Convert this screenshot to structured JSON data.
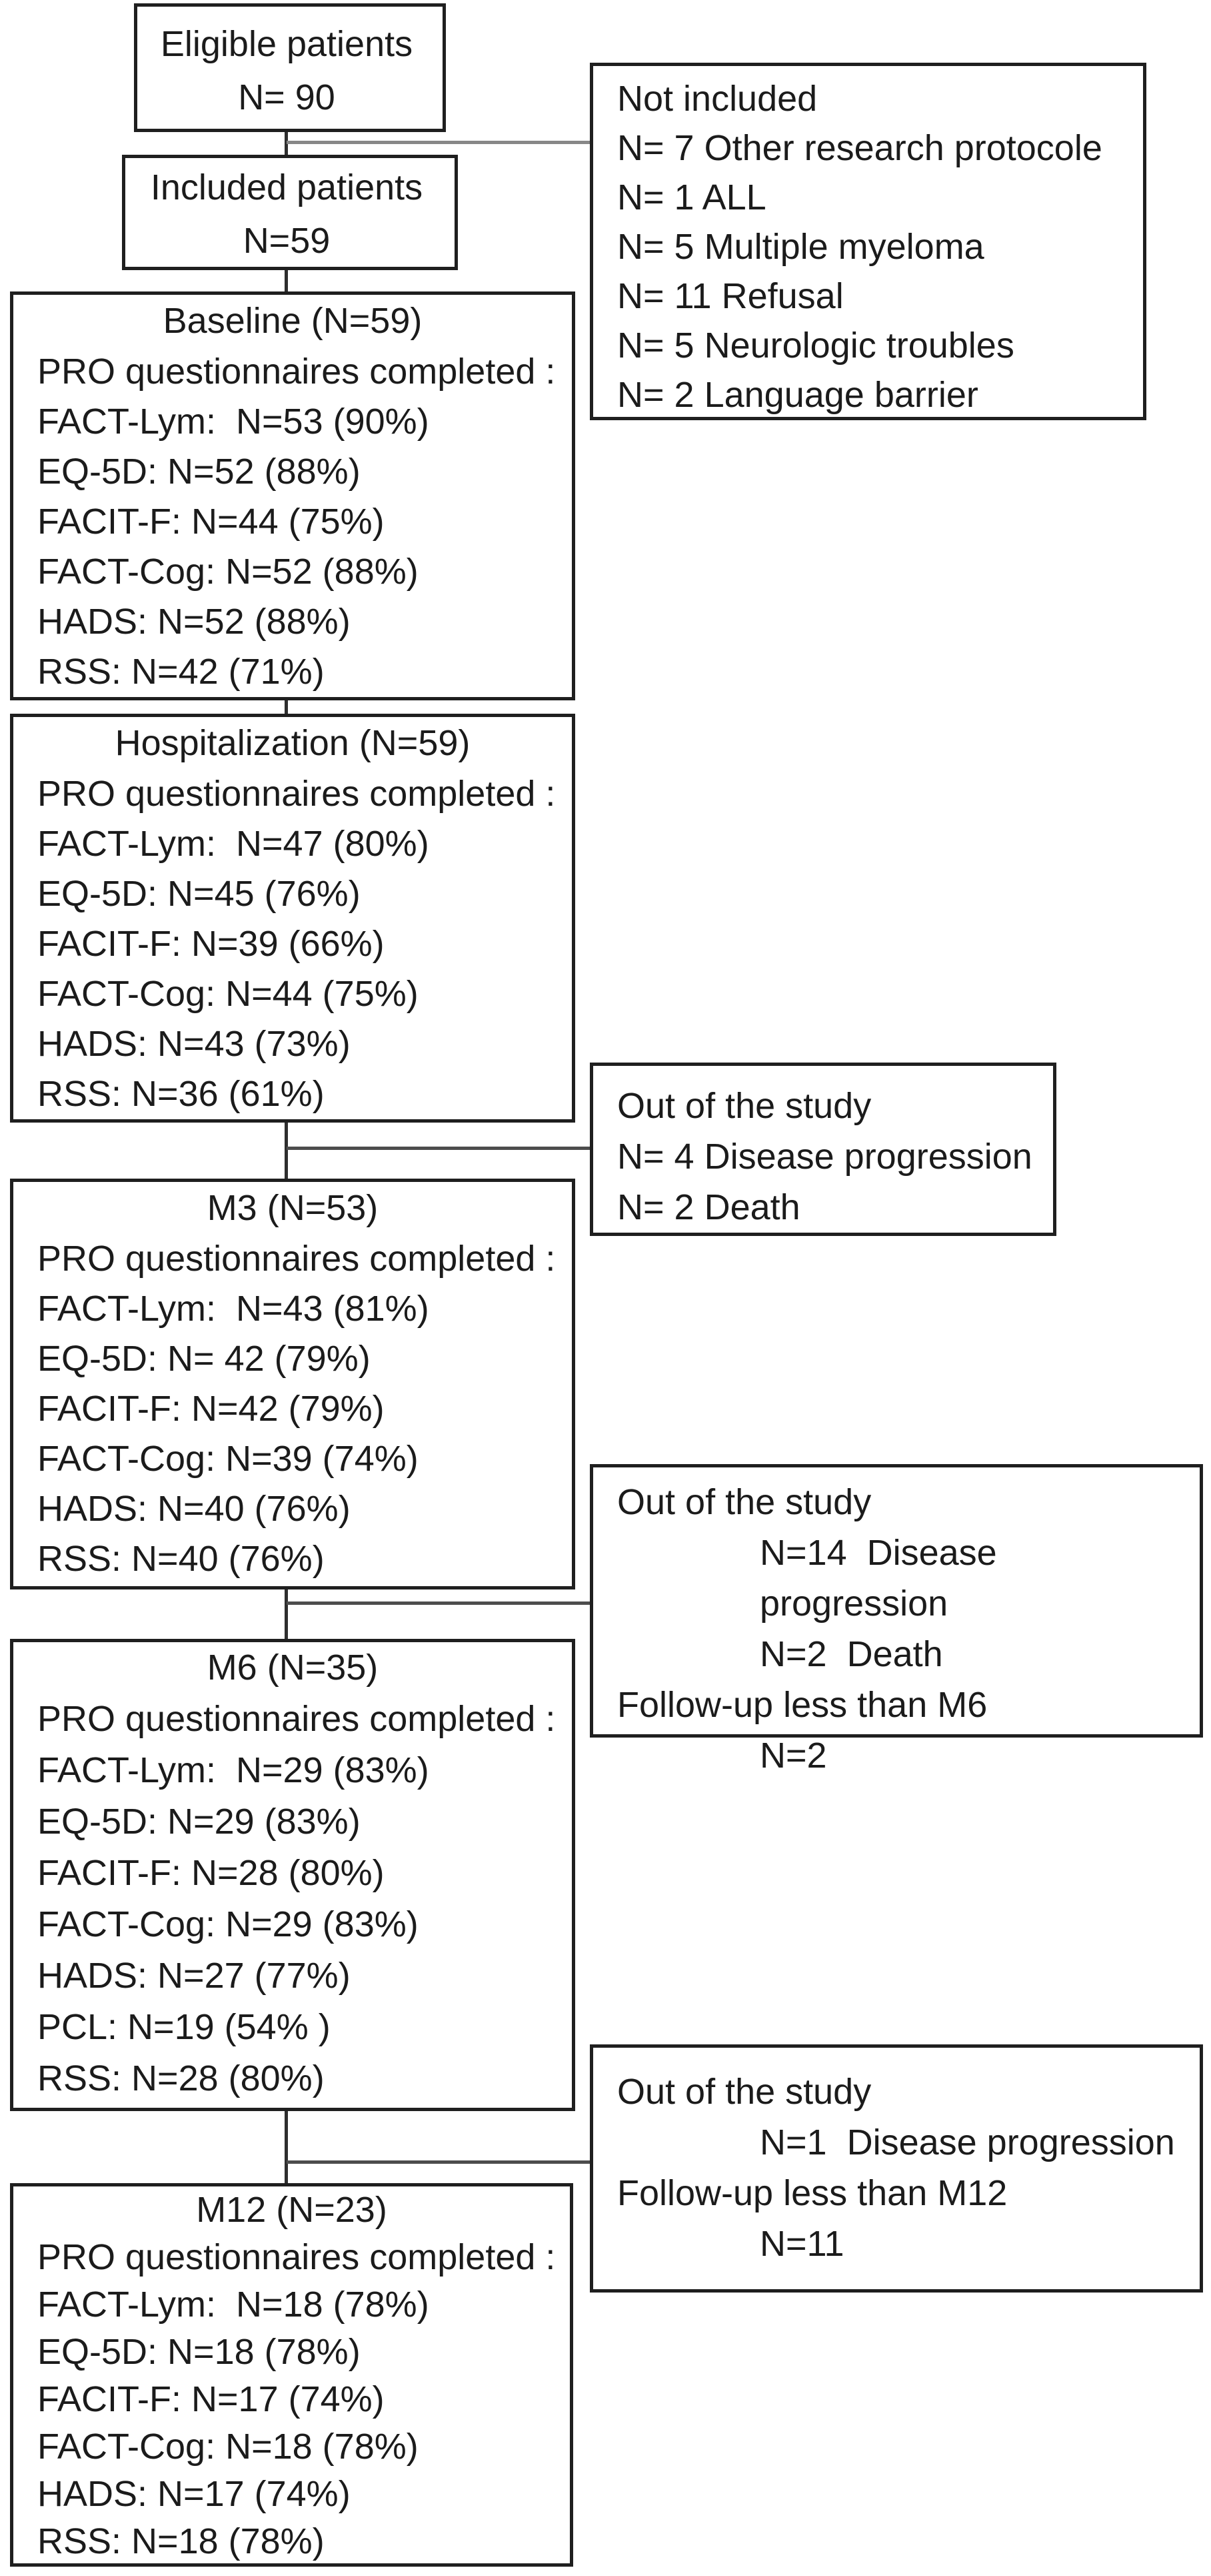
{
  "flow": {
    "eligible": {
      "line1": "Eligible patients",
      "line2": "N= 90"
    },
    "included": {
      "line1": "Included patients",
      "line2": "N=59"
    },
    "not_included": {
      "title": "Not included",
      "items": [
        "N= 7 Other research protocole",
        "N= 1 ALL",
        "N= 5 Multiple myeloma",
        "N= 11 Refusal",
        "N= 5 Neurologic troubles",
        "N= 2 Language barrier"
      ]
    },
    "baseline": {
      "title": "Baseline (N=59)",
      "subtitle": "PRO questionnaires completed :",
      "items": [
        "FACT-Lym:  N=53 (90%)",
        "EQ-5D: N=52 (88%)",
        "FACIT-F: N=44 (75%)",
        "FACT-Cog: N=52 (88%)",
        "HADS: N=52 (88%)",
        "RSS: N=42 (71%)"
      ]
    },
    "hospitalization": {
      "title": "Hospitalization (N=59)",
      "subtitle": "PRO questionnaires completed :",
      "items": [
        "FACT-Lym:  N=47 (80%)",
        "EQ-5D: N=45 (76%)",
        "FACIT-F: N=39 (66%)",
        "FACT-Cog: N=44 (75%)",
        "HADS: N=43 (73%)",
        "RSS: N=36 (61%)"
      ]
    },
    "out_after_hospitalization": {
      "title": "Out of the study",
      "items": [
        "N= 4 Disease progression",
        "N= 2 Death"
      ]
    },
    "m3": {
      "title": "M3 (N=53)",
      "subtitle": "PRO questionnaires completed :",
      "items": [
        "FACT-Lym:  N=43 (81%)",
        "EQ-5D: N= 42 (79%)",
        "FACIT-F: N=42 (79%)",
        "FACT-Cog: N=39 (74%)",
        "HADS: N=40 (76%)",
        "RSS: N=40 (76%)"
      ]
    },
    "out_after_m3": {
      "title": "Out of the study",
      "items": [
        "N=14  Disease progression",
        "N=2  Death",
        "Follow-up less than M6",
        "N=2"
      ]
    },
    "m6": {
      "title": "M6 (N=35)",
      "subtitle": "PRO questionnaires completed :",
      "items": [
        "FACT-Lym:  N=29 (83%)",
        "EQ-5D: N=29 (83%)",
        "FACIT-F: N=28 (80%)",
        "FACT-Cog: N=29 (83%)",
        "HADS: N=27 (77%)",
        "PCL: N=19 (54% )",
        "RSS: N=28 (80%)"
      ]
    },
    "out_after_m6": {
      "title": "Out of the study",
      "items": [
        "N=1  Disease progression",
        "Follow-up less than M12",
        "N=11"
      ]
    },
    "m12": {
      "title": "M12 (N=23)",
      "subtitle": "PRO questionnaires completed :",
      "items": [
        "FACT-Lym:  N=18 (78%)",
        "EQ-5D: N=18 (78%)",
        "FACIT-F: N=17 (74%)",
        "FACT-Cog: N=18 (78%)",
        "HADS: N=17 (74%)",
        "RSS: N=18 (78%)"
      ]
    }
  },
  "colors": {
    "background": "#ffffff",
    "box_border": "#1f1f1f",
    "text": "#1b1b1b",
    "connector": "#2e2e2e",
    "branch_line": "#4d4d4d",
    "branch_line_gray": "#878787"
  }
}
